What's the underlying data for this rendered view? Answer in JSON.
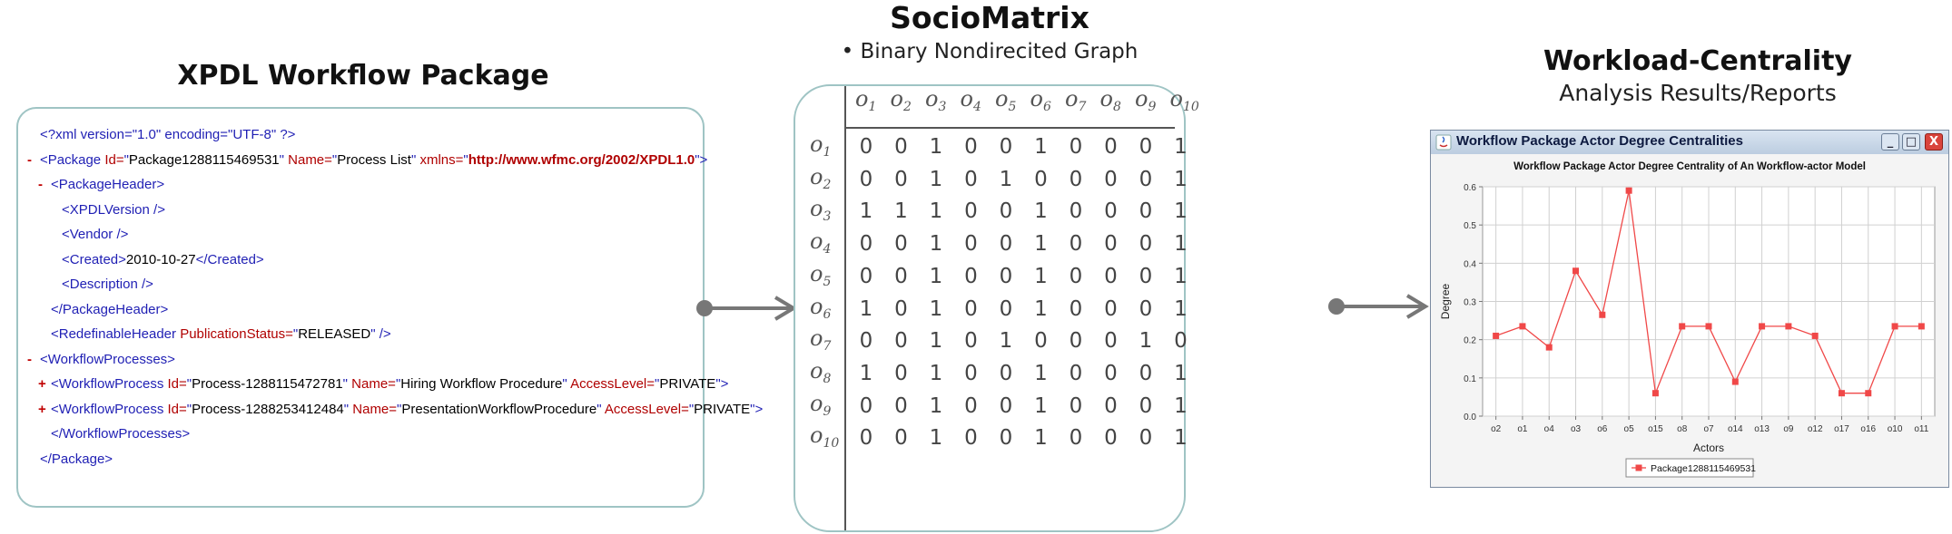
{
  "xpdl": {
    "title": "XPDL Workflow Package",
    "lines": [
      {
        "prefix": "",
        "parts": [
          {
            "t": "<?xml version=\"1.0\" encoding=\"UTF-8\" ?>",
            "c": "blue"
          }
        ]
      },
      {
        "prefix": "-",
        "parts": [
          {
            "t": "<Package ",
            "c": "blue"
          },
          {
            "t": "Id=",
            "c": "red"
          },
          {
            "t": "\"",
            "c": "blue"
          },
          {
            "t": "Package1288115469531",
            "c": "black"
          },
          {
            "t": "\" ",
            "c": "blue"
          },
          {
            "t": "Name=",
            "c": "red"
          },
          {
            "t": "\"",
            "c": "blue"
          },
          {
            "t": "Process List",
            "c": "black"
          },
          {
            "t": "\" ",
            "c": "blue"
          },
          {
            "t": "xmlns=",
            "c": "red"
          },
          {
            "t": "\"",
            "c": "blue"
          },
          {
            "t": "http://www.wfmc.org/2002/XPDL1.0",
            "c": "red strong"
          },
          {
            "t": "\">",
            "c": "blue"
          }
        ]
      },
      {
        "prefix": "-",
        "parts": [
          {
            "t": "<PackageHeader>",
            "c": "blue"
          }
        ]
      },
      {
        "prefix": "",
        "parts": [
          {
            "t": "<XPDLVersion />",
            "c": "blue"
          }
        ]
      },
      {
        "prefix": "",
        "parts": [
          {
            "t": "<Vendor />",
            "c": "blue"
          }
        ]
      },
      {
        "prefix": "",
        "parts": [
          {
            "t": "<Created>",
            "c": "blue"
          },
          {
            "t": "2010-10-27",
            "c": "black"
          },
          {
            "t": "</Created>",
            "c": "blue"
          }
        ]
      },
      {
        "prefix": "",
        "parts": [
          {
            "t": "<Description />",
            "c": "blue"
          }
        ]
      },
      {
        "prefix": "",
        "parts": [
          {
            "t": "</PackageHeader>",
            "c": "blue"
          }
        ]
      },
      {
        "prefix": "",
        "parts": [
          {
            "t": "<RedefinableHeader ",
            "c": "blue"
          },
          {
            "t": "PublicationStatus=",
            "c": "red"
          },
          {
            "t": "\"",
            "c": "blue"
          },
          {
            "t": "RELEASED",
            "c": "black"
          },
          {
            "t": "\" />",
            "c": "blue"
          }
        ]
      },
      {
        "prefix": "-",
        "parts": [
          {
            "t": "<WorkflowProcesses>",
            "c": "blue"
          }
        ]
      },
      {
        "prefix": "+",
        "parts": [
          {
            "t": "<WorkflowProcess ",
            "c": "blue"
          },
          {
            "t": "Id=",
            "c": "red"
          },
          {
            "t": "\"",
            "c": "blue"
          },
          {
            "t": "Process-1288115472781",
            "c": "black"
          },
          {
            "t": "\" ",
            "c": "blue"
          },
          {
            "t": "Name=",
            "c": "red"
          },
          {
            "t": "\"",
            "c": "blue"
          },
          {
            "t": "Hiring Workflow Procedure",
            "c": "black"
          },
          {
            "t": "\" ",
            "c": "blue"
          },
          {
            "t": "AccessLevel=",
            "c": "red"
          },
          {
            "t": "\"",
            "c": "blue"
          },
          {
            "t": "PRIVATE",
            "c": "black"
          },
          {
            "t": "\">",
            "c": "blue"
          }
        ]
      },
      {
        "prefix": "+",
        "parts": [
          {
            "t": "<WorkflowProcess ",
            "c": "blue"
          },
          {
            "t": "Id=",
            "c": "red"
          },
          {
            "t": "\"",
            "c": "blue"
          },
          {
            "t": "Process-1288253412484",
            "c": "black"
          },
          {
            "t": "\" ",
            "c": "blue"
          },
          {
            "t": "Name=",
            "c": "red"
          },
          {
            "t": "\"",
            "c": "blue"
          },
          {
            "t": "PresentationWorkflowProcedure",
            "c": "black"
          },
          {
            "t": "\" ",
            "c": "blue"
          },
          {
            "t": "AccessLevel=",
            "c": "red"
          },
          {
            "t": "\"",
            "c": "blue"
          },
          {
            "t": "PRIVATE",
            "c": "black"
          },
          {
            "t": "\">",
            "c": "blue"
          }
        ]
      },
      {
        "prefix": "",
        "parts": [
          {
            "t": "</WorkflowProcesses>",
            "c": "blue"
          }
        ]
      },
      {
        "prefix": "",
        "parts": [
          {
            "t": "</Package>",
            "c": "blue"
          }
        ]
      }
    ]
  },
  "matrix": {
    "title": "SocioMatrix",
    "subtitle": "• Binary Nondirecited Graph",
    "actor_symbol": "o",
    "labels": [
      "1",
      "2",
      "3",
      "4",
      "5",
      "6",
      "7",
      "8",
      "9",
      "10"
    ],
    "rows": [
      [
        0,
        0,
        1,
        0,
        0,
        1,
        0,
        0,
        0,
        1
      ],
      [
        0,
        0,
        1,
        0,
        1,
        0,
        0,
        0,
        0,
        1
      ],
      [
        1,
        1,
        1,
        0,
        0,
        1,
        0,
        0,
        0,
        1
      ],
      [
        0,
        0,
        1,
        0,
        0,
        1,
        0,
        0,
        0,
        1
      ],
      [
        0,
        0,
        1,
        0,
        0,
        1,
        0,
        0,
        0,
        1
      ],
      [
        1,
        0,
        1,
        0,
        0,
        1,
        0,
        0,
        0,
        1
      ],
      [
        0,
        0,
        1,
        0,
        1,
        0,
        0,
        0,
        1,
        0
      ],
      [
        1,
        0,
        1,
        0,
        0,
        1,
        0,
        0,
        0,
        1
      ],
      [
        0,
        0,
        1,
        0,
        0,
        1,
        0,
        0,
        0,
        1
      ],
      [
        0,
        0,
        1,
        0,
        0,
        1,
        0,
        0,
        0,
        1
      ]
    ]
  },
  "results": {
    "title": "Workload-Centrality",
    "subtitle": "Analysis Results/Reports",
    "window_title": "Workflow Package Actor Degree Centralities",
    "window_buttons": [
      "_",
      "□",
      "X"
    ],
    "legend_label": "Package1288115469531"
  },
  "chart_data": {
    "type": "line",
    "title": "Workflow Package Actor Degree Centrality of An Workflow-actor Model",
    "xlabel": "Actors",
    "ylabel": "Degree",
    "categories": [
      "o2",
      "o1",
      "o4",
      "o3",
      "o6",
      "o5",
      "o15",
      "o8",
      "o7",
      "o14",
      "o13",
      "o9",
      "o12",
      "o17",
      "o16",
      "o10",
      "o11"
    ],
    "series": [
      {
        "name": "Package1288115469531",
        "values": [
          0.21,
          0.235,
          0.18,
          0.38,
          0.265,
          0.59,
          0.06,
          0.235,
          0.235,
          0.09,
          0.235,
          0.235,
          0.21,
          0.06,
          0.06,
          0.235,
          0.235
        ]
      }
    ],
    "ylim": [
      0.0,
      0.6
    ],
    "yticks": [
      "0.0",
      "0.1",
      "0.2",
      "0.3",
      "0.4",
      "0.5",
      "0.6"
    ],
    "grid": true,
    "legend_position": "bottom",
    "colors": {
      "series": "#f04848",
      "background": "#ffffff",
      "grid": "#d0d0d0"
    }
  }
}
